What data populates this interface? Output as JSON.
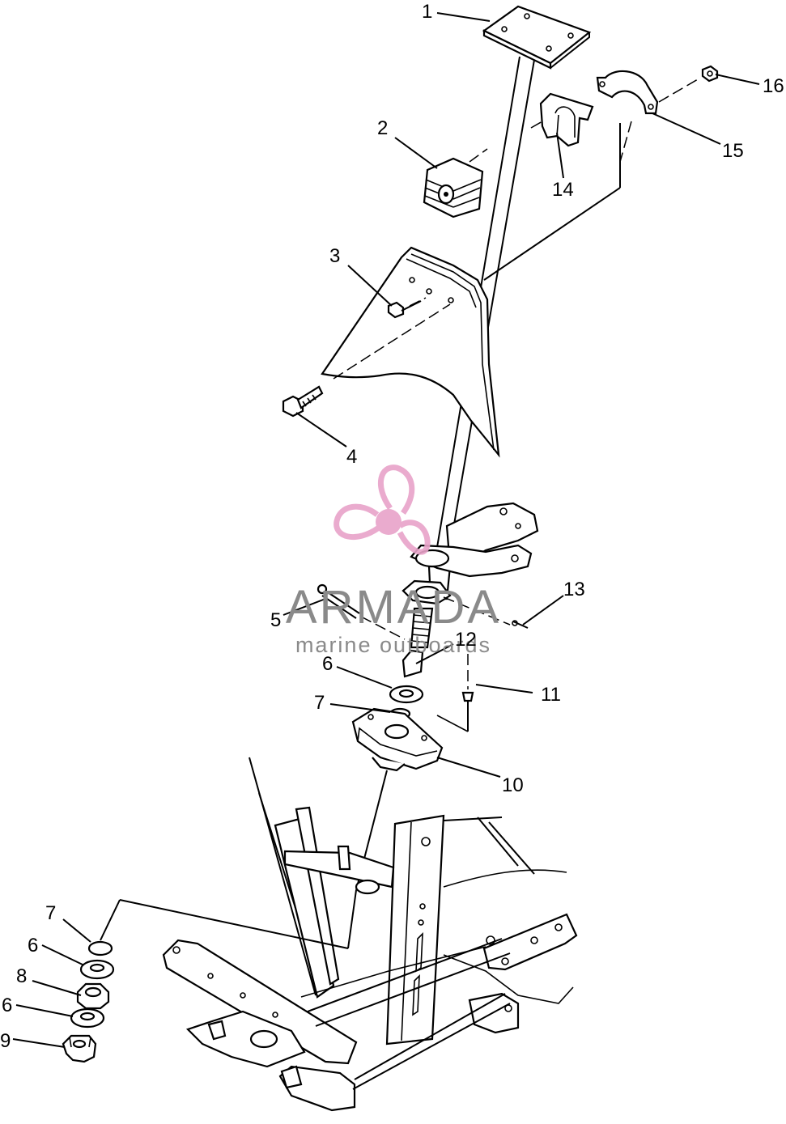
{
  "callouts": [
    {
      "id": "c1",
      "text": "1"
    },
    {
      "id": "c2",
      "text": "2"
    },
    {
      "id": "c3",
      "text": "3"
    },
    {
      "id": "c4",
      "text": "4"
    },
    {
      "id": "c5",
      "text": "5"
    },
    {
      "id": "c6a",
      "text": "6"
    },
    {
      "id": "c7a",
      "text": "7"
    },
    {
      "id": "c10",
      "text": "10"
    },
    {
      "id": "c11",
      "text": "11"
    },
    {
      "id": "c12",
      "text": "12"
    },
    {
      "id": "c13",
      "text": "13"
    },
    {
      "id": "c14",
      "text": "14"
    },
    {
      "id": "c15",
      "text": "15"
    },
    {
      "id": "c16",
      "text": "16"
    },
    {
      "id": "c7b",
      "text": "7"
    },
    {
      "id": "c6b",
      "text": "6"
    },
    {
      "id": "c8",
      "text": "8"
    },
    {
      "id": "c6c",
      "text": "6"
    },
    {
      "id": "c9",
      "text": "9"
    }
  ],
  "watermark": {
    "brand": "ARMADA",
    "tagline": "marine outboards",
    "logo_icon": "propeller-logo-icon",
    "logo_color": "#e8a3c9",
    "text_color": "#8a8a8a"
  }
}
